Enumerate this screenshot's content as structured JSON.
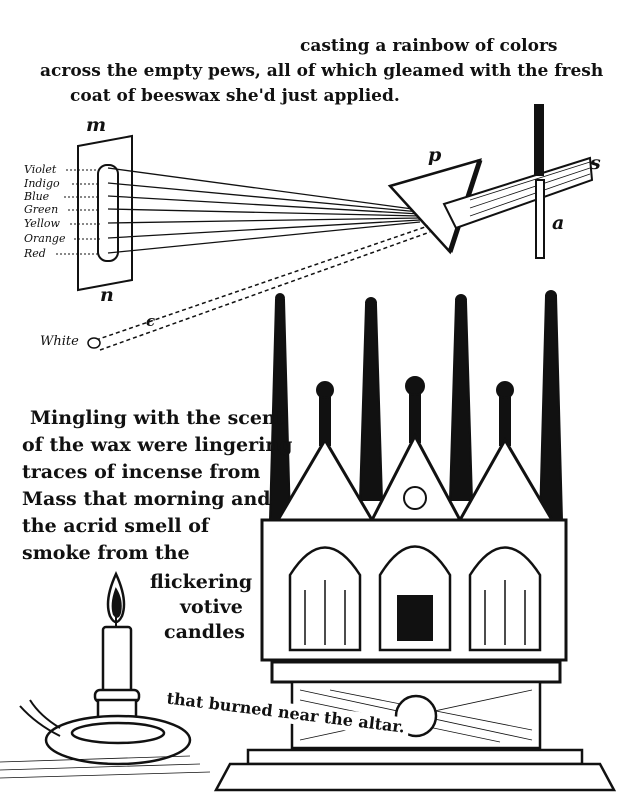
{
  "caption": {
    "line1": "casting a rainbow of colors",
    "line2": "across the empty pews, all of which gleamed with the fresh",
    "line3": "coat of beeswax she'd just applied."
  },
  "prism_diagram": {
    "label_m": "m",
    "label_n": "n",
    "label_p": "p",
    "label_s": "s",
    "label_a": "a",
    "label_c": "c",
    "label_white": "White",
    "spectrum": [
      "Violet",
      "Indigo",
      "Blue",
      "Green",
      "Yellow",
      "Orange",
      "Red"
    ]
  },
  "paragraph": {
    "line1": "Mingling with the scent",
    "line2": "of the wax were lingering",
    "line3": "traces of incense from",
    "line4": "Mass that morning and",
    "line5": "the acrid smell of",
    "line6": "smoke from the",
    "line7": "flickering",
    "line8": "votive",
    "line9": "candles"
  },
  "altar_caption": "that burned near the altar."
}
